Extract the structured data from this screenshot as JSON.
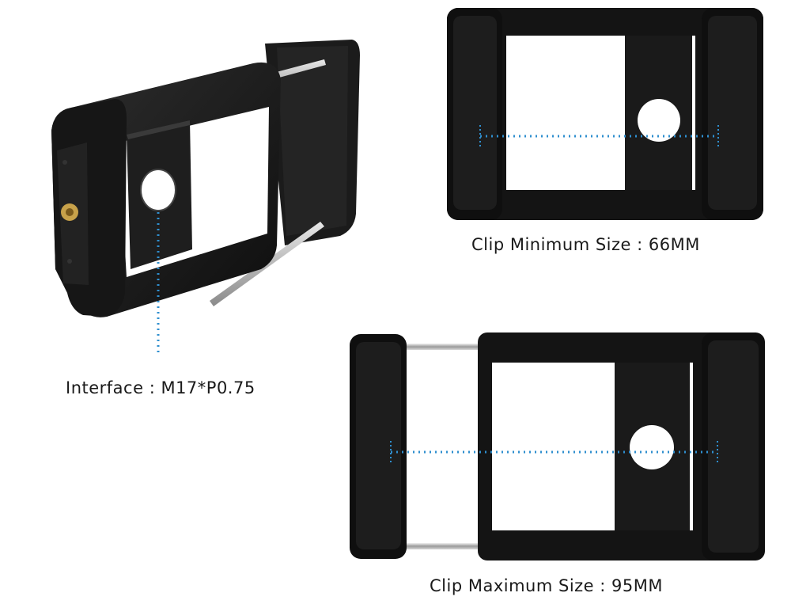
{
  "captions": {
    "interface": "Interface : M17*P0.75",
    "clip_min": "Clip Minimum Size : 66MM",
    "clip_max": "Clip Maximum Size : 95MM"
  },
  "colors": {
    "clip_body": "#141414",
    "clip_shade": "#2b2b2b",
    "guide_line": "#2f8fcf",
    "brass_nut": "#c8a24a",
    "chrome_rod": "#b8b8b8"
  },
  "icons": {
    "angled_clip": "phone-clip-angled-view",
    "min_clip": "phone-clip-min-view",
    "max_clip": "phone-clip-max-view"
  }
}
